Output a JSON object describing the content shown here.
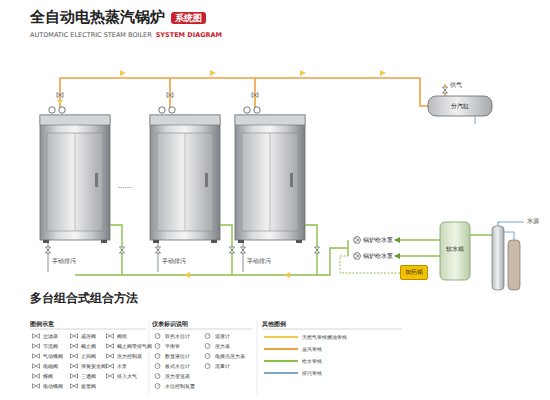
{
  "diagram": {
    "title": "全自动电热蒸汽锅炉",
    "nodes": [
      {
        "text": [
          "分汽缸"
        ]
      },
      {
        "text": [
          "软水箱"
        ]
      },
      {
        "text": [
          "锅炉给水泵"
        ]
      },
      {
        "text": [
          "锅炉给水泵"
        ]
      },
      {
        "text": [
          "加药箱"
        ]
      }
    ],
    "edges": [
      {
        "from": 1,
        "to": 2,
        "arrow": "to"
      },
      {
        "from": 1,
        "to": 3,
        "arrow": "to"
      }
    ],
    "labels": [
      "系统图",
      "AUTOMATIC ELECTRIC STEAM BOILER",
      "SYSTEM DIAGRAM",
      "供气",
      "......",
      "手动排污",
      "手动排污",
      "手动排污",
      "水源",
      "多台组合式组合方法",
      "图例示意",
      "仪表标识说明",
      "其他图例"
    ],
    "legend": [
      {
        "text": "过滤器"
      },
      {
        "text": "节流阀"
      },
      {
        "text": "气动蝶阀"
      },
      {
        "text": "电磁阀"
      },
      {
        "text": "蝶阀"
      },
      {
        "text": "电动蝶阀"
      },
      {
        "text": "减压阀"
      },
      {
        "text": "截止阀"
      },
      {
        "text": "止回阀"
      },
      {
        "text": "弹簧安全阀"
      },
      {
        "text": "三通阀"
      },
      {
        "text": "旋塞阀"
      },
      {
        "text": "阀组"
      },
      {
        "text": "截止阀带排气阀"
      },
      {
        "text": "压力控制器"
      },
      {
        "text": "水泵"
      },
      {
        "text": "排入大气"
      },
      {
        "text": "双色水位计"
      },
      {
        "text": "平衡管"
      },
      {
        "text": "数显液位计"
      },
      {
        "text": "板式水位计"
      },
      {
        "text": "压力变送器"
      },
      {
        "text": "水位控制装置"
      },
      {
        "text": "温度计"
      },
      {
        "text": "压力表"
      },
      {
        "text": "电接点压力表"
      },
      {
        "text": "流量计"
      },
      {
        "text": "天然气管线燃油管线",
        "color": "#f3c94a"
      },
      {
        "text": "蒸汽管线",
        "color": "#f0a040"
      },
      {
        "text": "给水管线",
        "color": "#8cc04a"
      },
      {
        "text": "排污管线",
        "color": "#7aa6c8"
      }
    ]
  }
}
